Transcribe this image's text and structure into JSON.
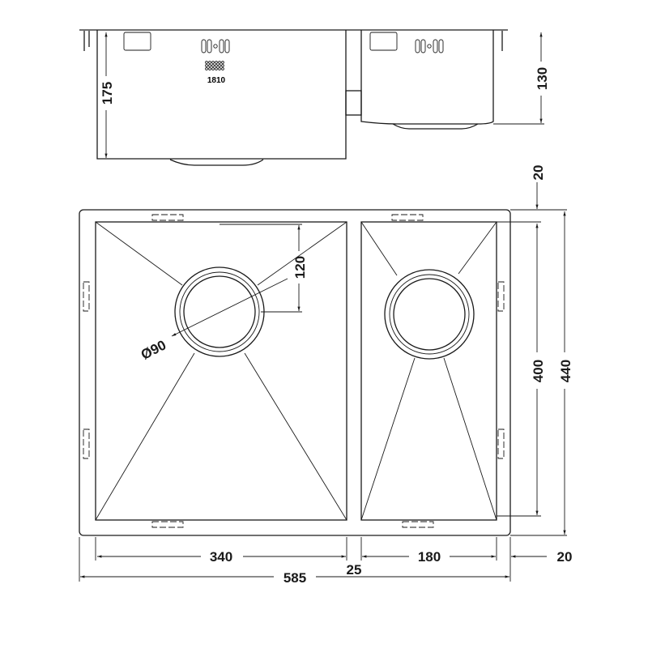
{
  "drawing": {
    "side_view": {
      "left_depth": "175",
      "right_depth": "130",
      "logo": "1810"
    },
    "plan_view": {
      "flange_top": "20",
      "bowl_length": "400",
      "overall_length": "440",
      "drain_offset": "120",
      "drain_diameter": "Ø90",
      "left_bowl_width": "340",
      "divider": "25",
      "right_bowl_width": "180",
      "flange_right": "20",
      "overall_width": "585"
    },
    "line_color": "#1a1a1a"
  }
}
